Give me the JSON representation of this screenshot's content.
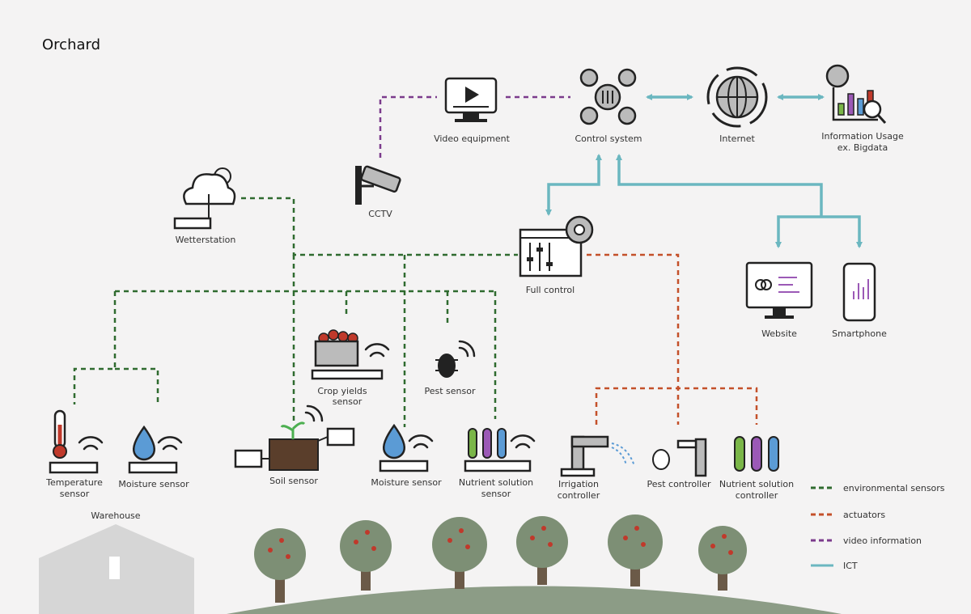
{
  "title": "Orchard",
  "colors": {
    "environmental": "#2f6b2f",
    "actuators": "#c4502a",
    "video": "#7b3b8c",
    "ict": "#6bb7c0",
    "tree": "#7d8f75",
    "hill": "#8c9c86",
    "warehouse": "#d6d6d6"
  },
  "nodes": {
    "video_equipment": [
      "Video equipment"
    ],
    "control_system": [
      "Control system"
    ],
    "internet": [
      "Internet"
    ],
    "information_usage": [
      "Information Usage",
      "ex. Bigdata"
    ],
    "wetterstation": [
      "Wetterstation"
    ],
    "cctv": [
      "CCTV"
    ],
    "full_control": [
      "Full control"
    ],
    "website": [
      "Website"
    ],
    "smartphone": [
      "Smartphone"
    ],
    "crop_yields_sensor": [
      "Crop yields",
      "sensor"
    ],
    "pest_sensor": [
      "Pest sensor"
    ],
    "temperature_sensor": [
      "Temperature",
      "sensor"
    ],
    "moisture_sensor_1": [
      "Moisture sensor"
    ],
    "soil_sensor": [
      "Soil sensor"
    ],
    "moisture_sensor_2": [
      "Moisture sensor"
    ],
    "nutrient_solution_sensor": [
      "Nutrient solution",
      "sensor"
    ],
    "irrigation_controller": [
      "Irrigation",
      "controller"
    ],
    "pest_controller": [
      "Pest controller"
    ],
    "nutrient_solution_controller": [
      "Nutrient solution",
      "controller"
    ],
    "warehouse": [
      "Warehouse"
    ]
  },
  "legend": [
    {
      "label": "environmental sensors",
      "style": "dashed",
      "color": "#2f6b2f"
    },
    {
      "label": "actuators",
      "style": "dashed",
      "color": "#c4502a"
    },
    {
      "label": "video information",
      "style": "dashed",
      "color": "#7b3b8c"
    },
    {
      "label": "ICT",
      "style": "solid",
      "color": "#6bb7c0"
    }
  ]
}
